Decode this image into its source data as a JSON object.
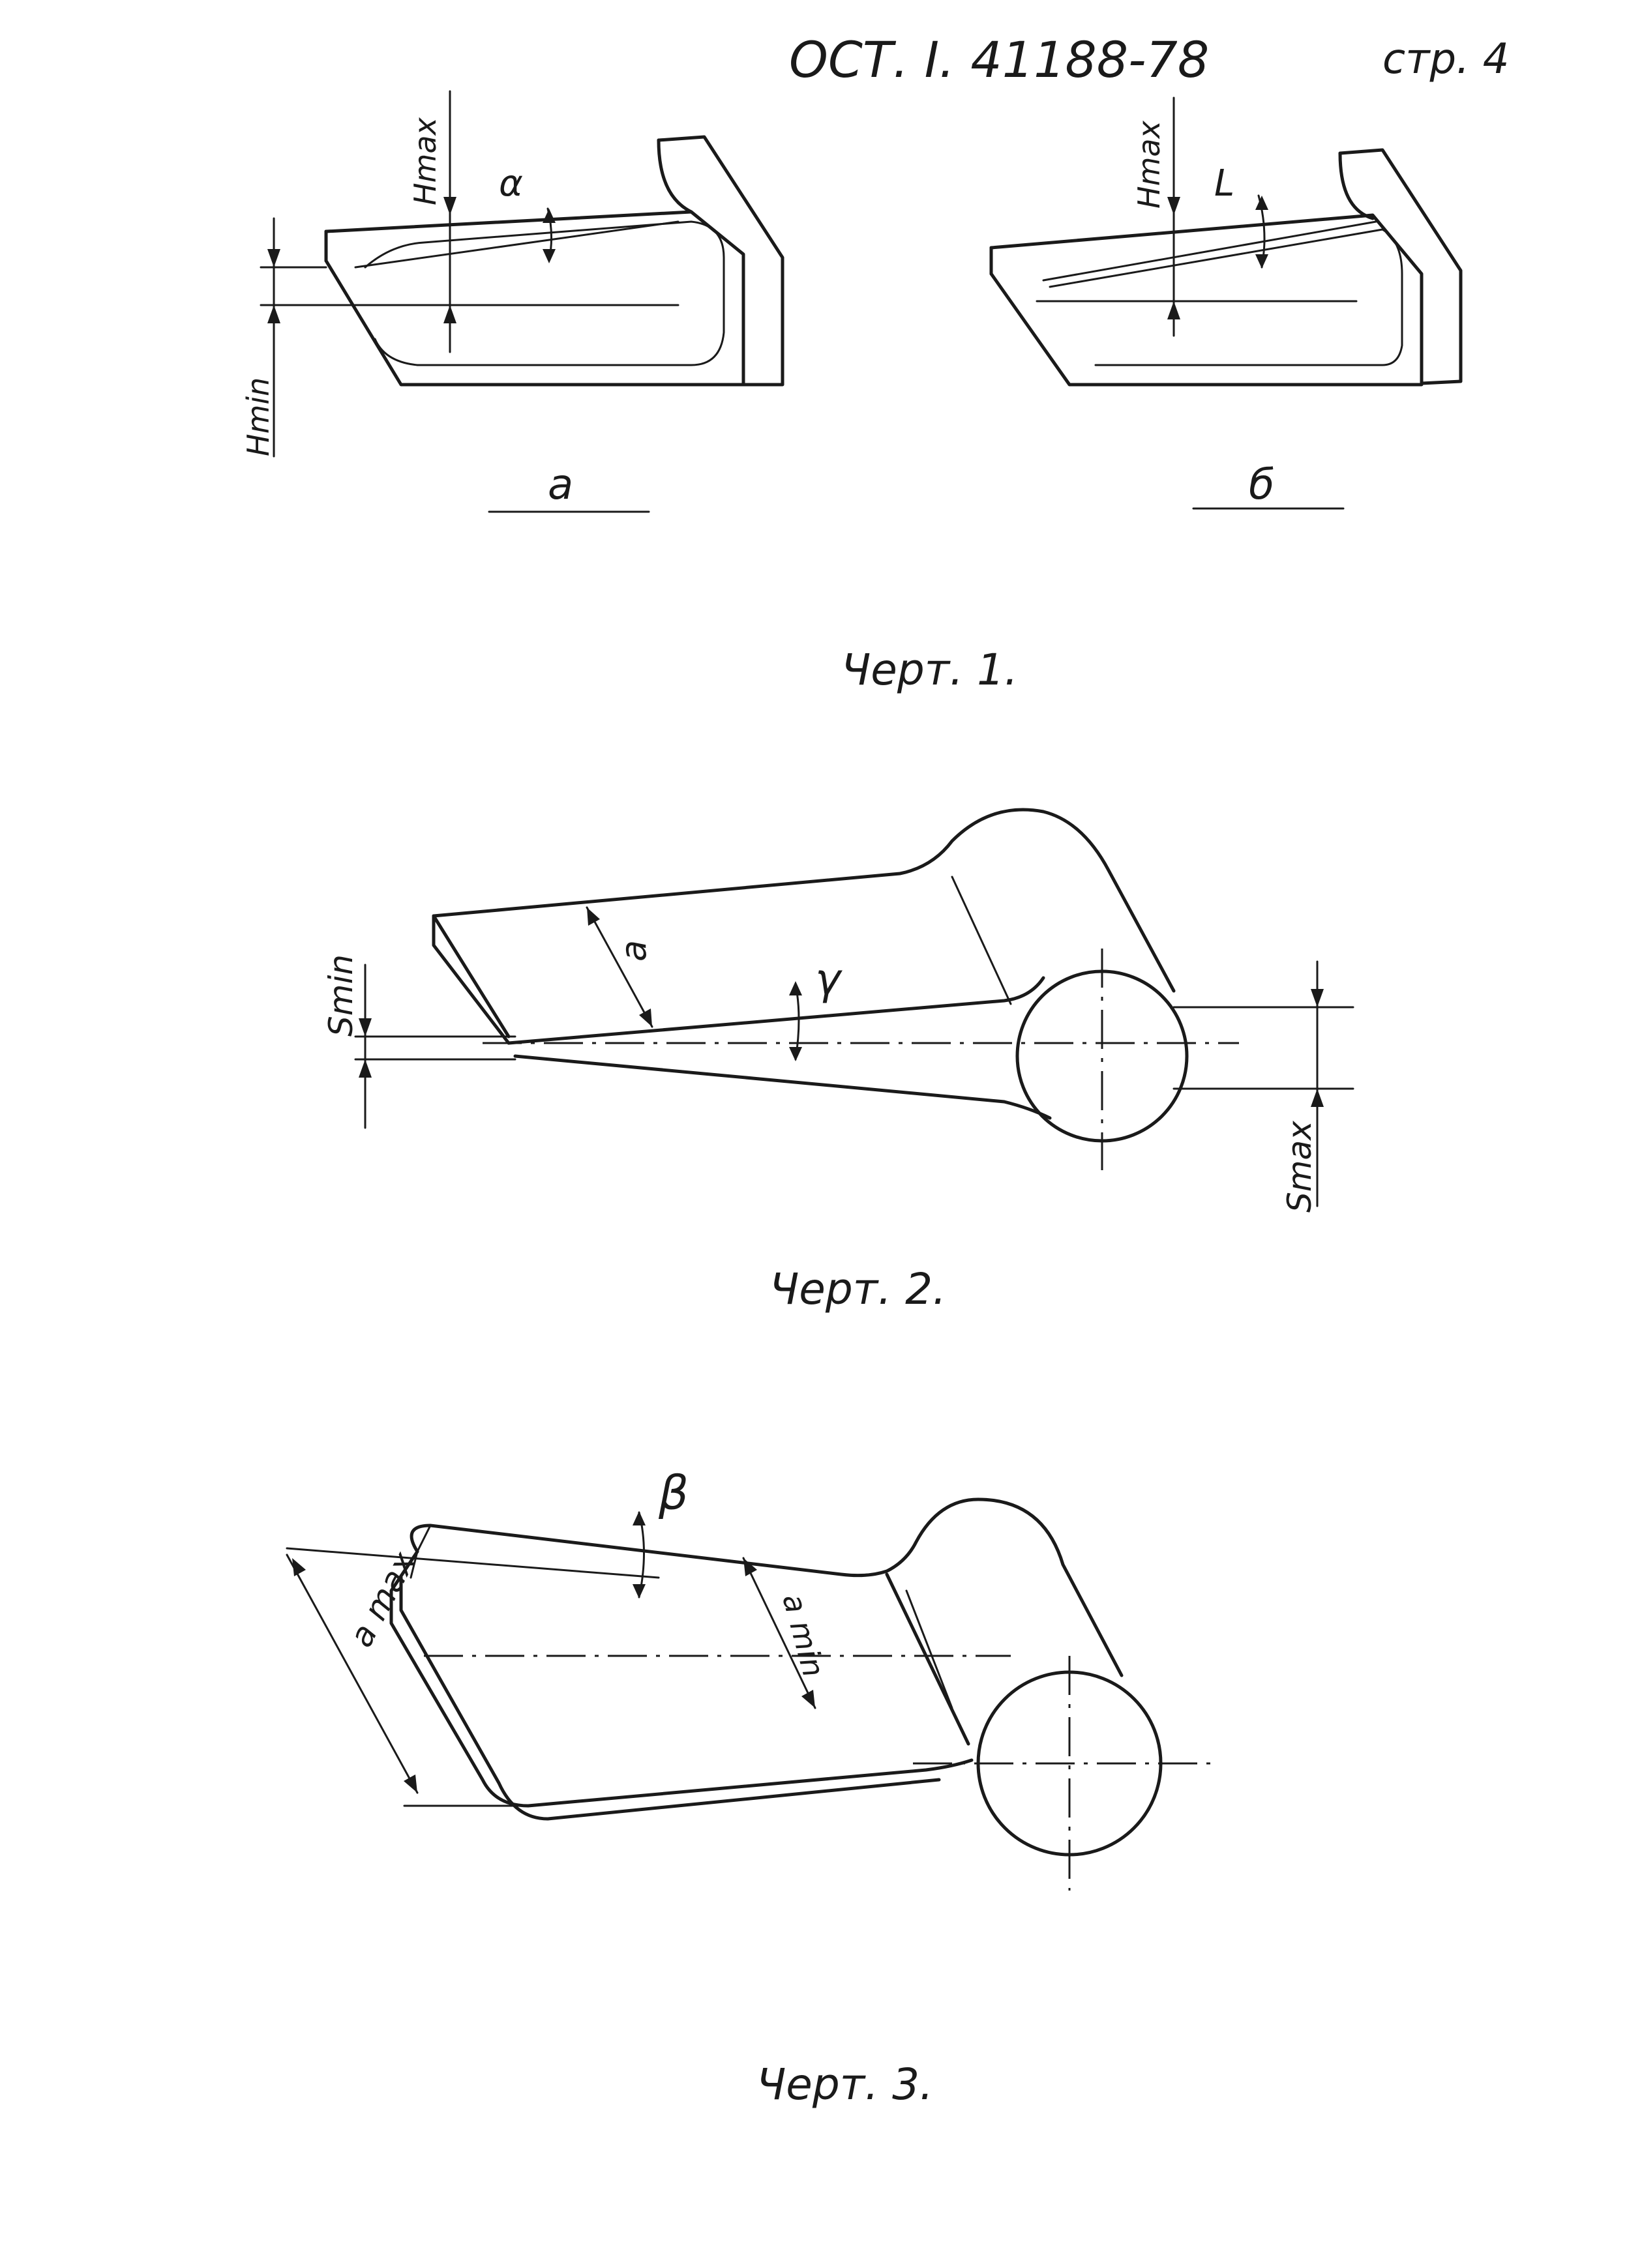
{
  "header": {
    "doc_number": "ОСТ. I. 41188-78",
    "page": "стр. 4"
  },
  "figure1": {
    "caption": "Черт. 1.",
    "left": {
      "sublabel": "а",
      "h_max": "Hmax",
      "h_min": "Hmin",
      "angle": "α"
    },
    "right": {
      "sublabel": "б",
      "h_max": "Hmax",
      "angle": "L"
    }
  },
  "figure2": {
    "caption": "Черт. 2.",
    "s_min": "Smin",
    "s_max": "Smax",
    "a": "а",
    "angle": "γ"
  },
  "figure3": {
    "caption": "Черт. 3.",
    "angle": "β",
    "a_max": "а max",
    "a_min": "а min"
  }
}
